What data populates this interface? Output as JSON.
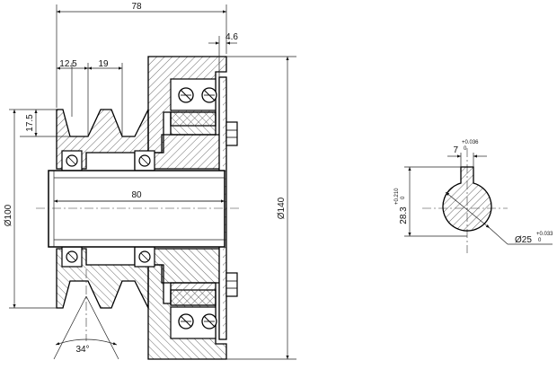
{
  "dimensions": {
    "overall_length": "78",
    "flange_thickness": "4.6",
    "groove_offset": "12.5",
    "groove_pitch": "19",
    "groove_depth": "17.5",
    "bore_length": "80",
    "pulley_diameter": "Ø100",
    "housing_diameter": "Ø140",
    "groove_angle": "34°"
  },
  "section_view": {
    "keyway_width": "7",
    "keyway_width_tol_upper": "+0.036",
    "keyway_width_tol_lower": "0",
    "keyway_depth": "28.3",
    "keyway_depth_tol_upper": "+0.210",
    "keyway_depth_tol_lower": "0",
    "shaft_diameter": "Ø25",
    "shaft_diameter_tol_upper": "+0.033",
    "shaft_diameter_tol_lower": "0"
  }
}
